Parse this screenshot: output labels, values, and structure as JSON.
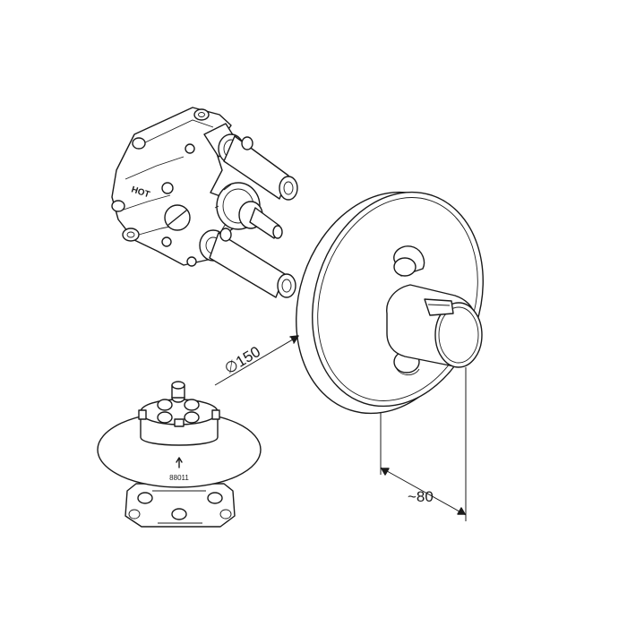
{
  "labels": {
    "diameter": "∅150",
    "depth": "~80",
    "part_number": "88011",
    "valve_marking": "HOT"
  },
  "colors": {
    "line": "#1a1a1a",
    "background": "#ffffff"
  }
}
